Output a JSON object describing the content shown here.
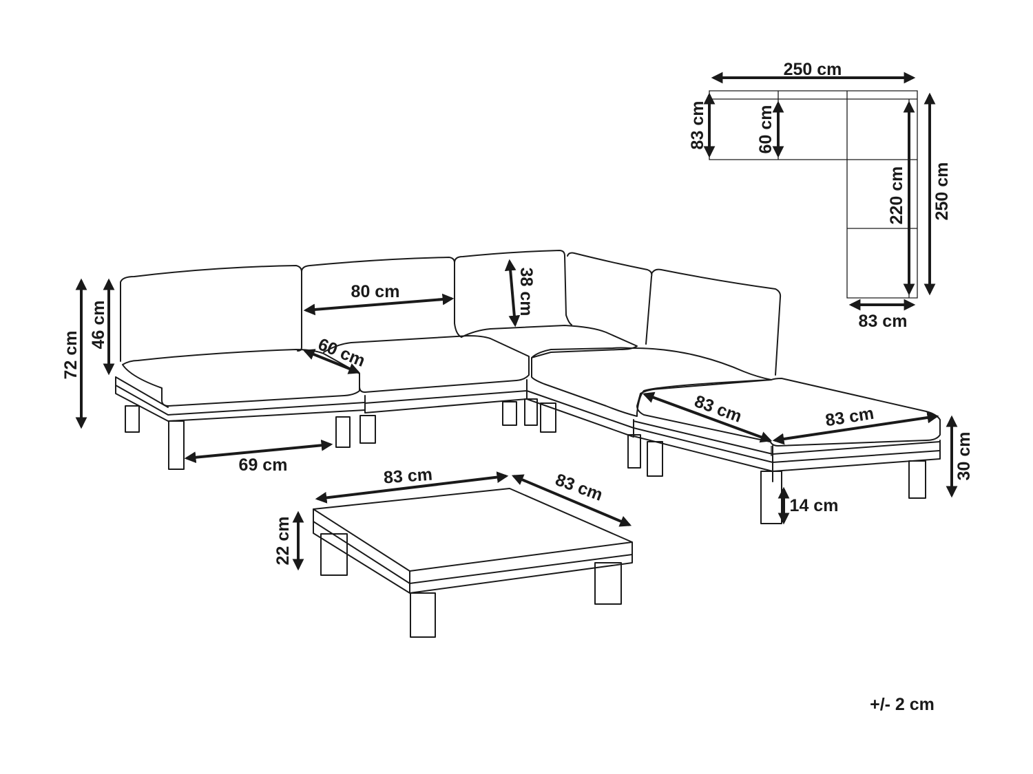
{
  "plan": {
    "width_top": "250 cm",
    "depth_left": "83 cm",
    "seat_depth": "60 cm",
    "inner_length": "220 cm",
    "length_right": "250 cm",
    "width_bottom": "83 cm"
  },
  "sofa": {
    "height_total": "72 cm",
    "backrest_height": "46 cm",
    "seat_width": "80 cm",
    "cushion_height": "38 cm",
    "seat_depth": "60 cm",
    "leg_spacing": "69 cm",
    "ottoman_depth": "83 cm",
    "ottoman_width": "83 cm",
    "ottoman_height": "30 cm",
    "leg_height": "14 cm"
  },
  "table": {
    "width": "83 cm",
    "depth": "83 cm",
    "height": "22 cm"
  },
  "tolerance": "+/- 2 cm"
}
